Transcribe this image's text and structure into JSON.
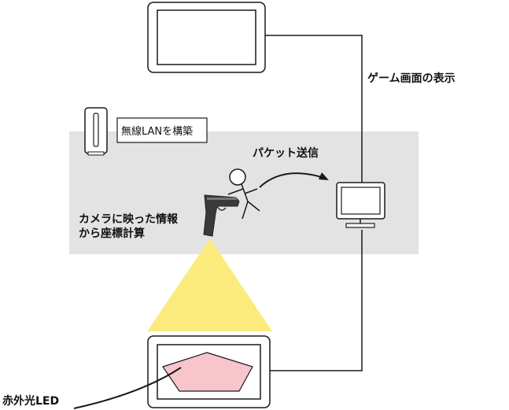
{
  "labels": {
    "game_display": "ゲーム画面の表示",
    "wireless_lan": "無線LANを構築",
    "packet_send": "パケット送信",
    "coord_calc_line1": "カメラに映った情報",
    "coord_calc_line2": "から座標計算",
    "infrared_led": "赤外光LED"
  },
  "colors": {
    "wlan_zone": "#e3e3e3",
    "camera_cone": "#fbeb7c",
    "pentagon_fill": "#f8c5cc",
    "stroke": "#1a1a1a",
    "gun": "#3a3a3a"
  },
  "icons": {
    "top_monitor": "monitor-icon",
    "pc": "computer-icon",
    "router": "wireless-router-icon",
    "player": "stick-figure-icon",
    "gun": "gun-controller-icon",
    "bottom_monitor": "sensor-display-icon"
  }
}
